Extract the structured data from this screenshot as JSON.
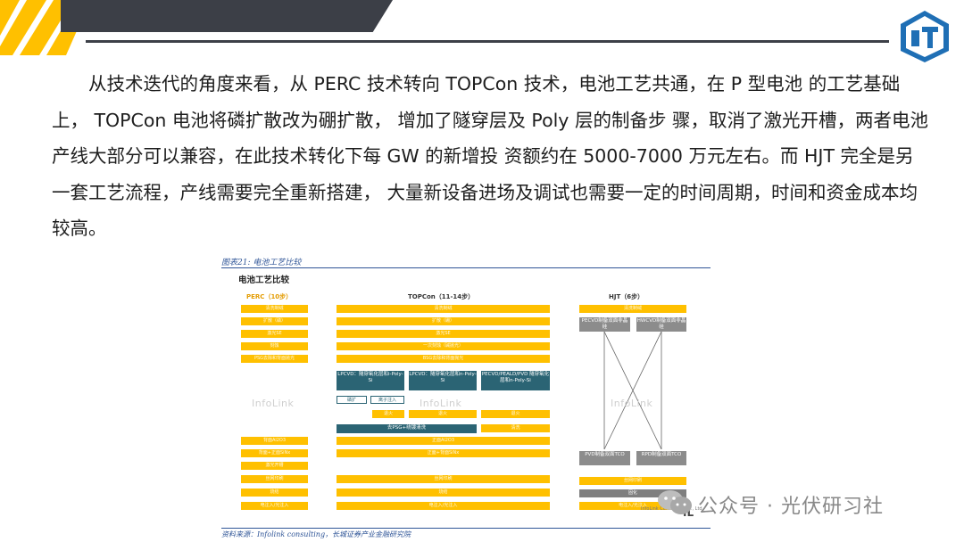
{
  "paragraph": "从技术迭代的角度来看，从 PERC 技术转向 TOPCon 技术，电池工艺共通，在 P 型电池 的工艺基础上， TOPCon 电池将磷扩散改为硼扩散， 增加了隧穿层及 Poly 层的制备步 骤，取消了激光开槽，两者电池产线大部分可以兼容，在此技术转化下每 GW 的新增投 资额约在 5000-7000 万元左右。而 HJT 完全是另一套工艺流程，产线需要完全重新搭建， 大量新设备进场及调试也需要一定的时间周期，时间和资金成本均较高。",
  "figure": {
    "caption": "图表21: 电池工艺比较",
    "source": "资料来源：Infolink consulting，长城证券产业金融研究院",
    "diagram_title": "电池工艺比较",
    "perc": {
      "title": "PERC（10步）",
      "steps": [
        "清洗制绒",
        "扩散（磷）",
        "激光SE",
        "刻蚀",
        "PSG去除和背面抛光",
        "背面Al2O3",
        "背面+正面SiNx",
        "激光开槽",
        "丝网印刷",
        "烧结",
        "电注入/光注入"
      ]
    },
    "topcon": {
      "title": "TOPCon（11-14步）",
      "top_steps": [
        "清洗制绒",
        "扩散（硼）",
        "激光SE",
        "一次刻蚀（碱抛光）",
        "BSG去除和背面抛光"
      ],
      "routes": [
        {
          "label": "LPCVD：隧穿氧化层和i-Poly-Si",
          "steps": [
            "磷扩",
            "离子注入"
          ]
        },
        {
          "label": "LPCVD：隧穿氧化层和n-Poly-Si",
          "steps": [
            "退火"
          ]
        },
        {
          "label": "PECVD/PEALD/PVD 隧穿氧化层和n-Poly-Si",
          "steps": [
            "退火",
            "清洗"
          ]
        }
      ],
      "mid_step": "去PSG+绕镀清洗",
      "bottom_steps": [
        "正面Al2O3",
        "正面+背面SiNx",
        "丝网印刷",
        "烧结",
        "电注入/光注入"
      ],
      "anneal": "退火"
    },
    "hjt": {
      "title": "HJT（6步）",
      "first": "清洗制绒",
      "pair_top": [
        "PECVD制备双面非晶硅",
        "HWCVD制备双面非晶硅"
      ],
      "pair_bottom": [
        "PVD制备双面TCO",
        "RPD制备双面TCO"
      ],
      "last_steps": [
        "丝网印刷",
        "固化",
        "电注入/光注入"
      ]
    },
    "watermark": "InfoLink",
    "company": "InfoLink Consulting Co., Ltd.",
    "mark": "IL"
  },
  "wechat": {
    "text": "公众号 · 光伏研习社"
  },
  "colors": {
    "accent_yellow": "#ffc000",
    "teal": "#2b6474",
    "dark_header": "#3c3f47",
    "gray": "#7f7f7f"
  }
}
